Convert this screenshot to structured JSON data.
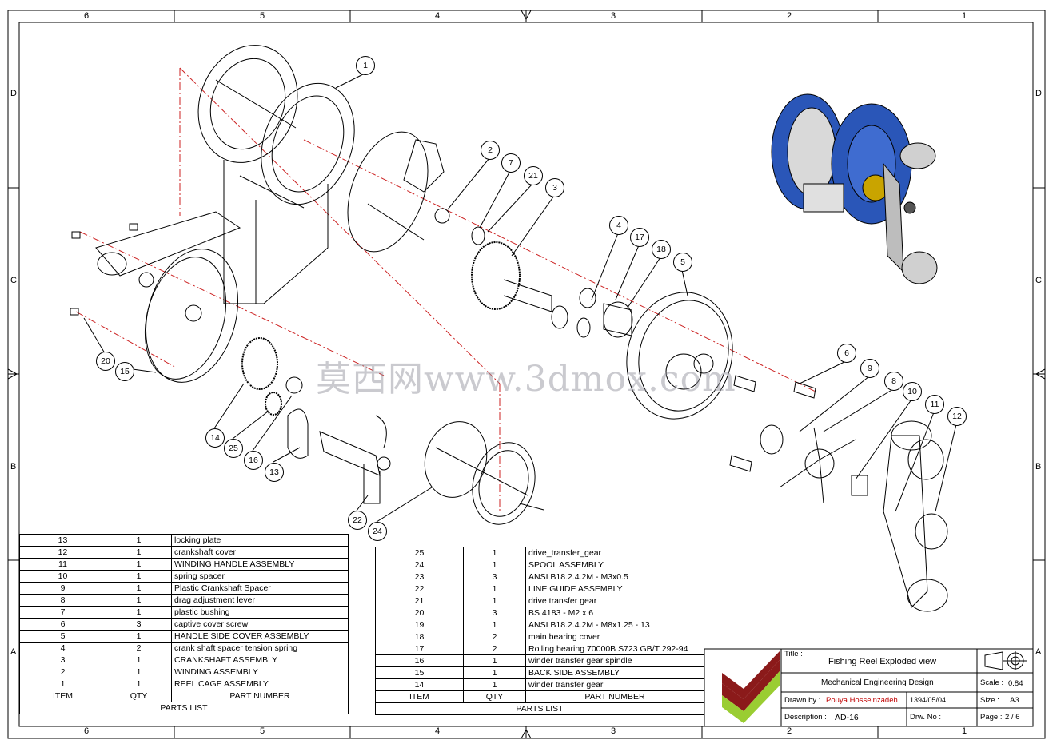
{
  "zones_top": [
    "6",
    "5",
    "4",
    "3",
    "2",
    "1"
  ],
  "zones_side": [
    "D",
    "C",
    "B",
    "A"
  ],
  "callouts": [
    "1",
    "2",
    "7",
    "21",
    "3",
    "4",
    "17",
    "18",
    "5",
    "6",
    "9",
    "8",
    "10",
    "11",
    "12",
    "20",
    "15",
    "14",
    "25",
    "16",
    "13",
    "22",
    "24"
  ],
  "watermark": "莫西网www.3dmox.com",
  "parts_left": {
    "rows": [
      {
        "item": "13",
        "qty": "1",
        "part": "locking plate"
      },
      {
        "item": "12",
        "qty": "1",
        "part": "crankshaft cover"
      },
      {
        "item": "11",
        "qty": "1",
        "part": "WINDING HANDLE ASSEMBLY"
      },
      {
        "item": "10",
        "qty": "1",
        "part": "spring spacer"
      },
      {
        "item": "9",
        "qty": "1",
        "part": "Plastic Crankshaft Spacer"
      },
      {
        "item": "8",
        "qty": "1",
        "part": "drag adjustment lever"
      },
      {
        "item": "7",
        "qty": "1",
        "part": "plastic bushing"
      },
      {
        "item": "6",
        "qty": "3",
        "part": "captive cover screw"
      },
      {
        "item": "5",
        "qty": "1",
        "part": "HANDLE SIDE COVER ASSEMBLY"
      },
      {
        "item": "4",
        "qty": "2",
        "part": "crank shaft spacer tension spring"
      },
      {
        "item": "3",
        "qty": "1",
        "part": "CRANKSHAFT ASSEMBLY"
      },
      {
        "item": "2",
        "qty": "1",
        "part": "WINDING ASSEMBLY"
      },
      {
        "item": "1",
        "qty": "1",
        "part": "REEL CAGE ASSEMBLY"
      }
    ]
  },
  "parts_right": {
    "rows": [
      {
        "item": "25",
        "qty": "1",
        "part": "drive_transfer_gear"
      },
      {
        "item": "24",
        "qty": "1",
        "part": "SPOOL ASSEMBLY"
      },
      {
        "item": "23",
        "qty": "3",
        "part": "ANSI B18.2.4.2M - M3x0.5"
      },
      {
        "item": "22",
        "qty": "1",
        "part": "LINE GUIDE ASSEMBLY"
      },
      {
        "item": "21",
        "qty": "1",
        "part": "drive transfer gear"
      },
      {
        "item": "20",
        "qty": "3",
        "part": "BS 4183 - M2 x 6"
      },
      {
        "item": "19",
        "qty": "1",
        "part": "ANSI B18.2.4.2M - M8x1.25 - 13"
      },
      {
        "item": "18",
        "qty": "2",
        "part": "main bearing cover"
      },
      {
        "item": "17",
        "qty": "2",
        "part": "Rolling bearing 70000B S723 GB/T 292-94"
      },
      {
        "item": "16",
        "qty": "1",
        "part": "winder transfer gear spindle"
      },
      {
        "item": "15",
        "qty": "1",
        "part": "BACK SIDE ASSEMBLY"
      },
      {
        "item": "14",
        "qty": "1",
        "part": "winder transfer gear"
      }
    ]
  },
  "headers": {
    "item": "ITEM",
    "qty": "QTY",
    "part": "PART NUMBER",
    "footer": "PARTS LIST"
  },
  "title_block": {
    "title_label": "Title :",
    "title": "Fishing Reel Exploded view",
    "subtitle": "Mechanical Engineering Design",
    "scale_label": "Scale :",
    "scale": "0.84",
    "drawn_label": "Drawn by :",
    "drawn_by": "Pouya Hosseinzadeh",
    "date": "1394/05/04",
    "size_label": "Size :",
    "size": "A3",
    "desc_label": "Description :",
    "description": "AD-16",
    "drw_label": "Drw. No :",
    "page_label": "Page :",
    "page": "2 / 6"
  },
  "colors": {
    "logo_red": "#8b1a1a",
    "logo_green": "#9acd32",
    "reel_blue": "#2a56b8",
    "centerline": "#cc2222"
  }
}
